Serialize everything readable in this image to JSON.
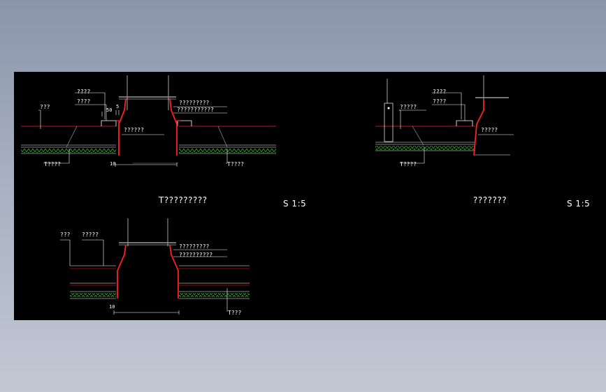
{
  "views": {
    "top_left": {
      "labels": {
        "a": "????",
        "b": "????",
        "c": "???",
        "d": "?????????",
        "e": "???????????",
        "f": "??????",
        "g": "T????",
        "h": "T????"
      },
      "dims": {
        "d50": "50",
        "d5": "5",
        "d10": "10"
      },
      "title": "T?????????",
      "scale": "S 1:5"
    },
    "top_right": {
      "labels": {
        "a": "????",
        "b": "????",
        "c": "?????",
        "f": "?????",
        "g": "T????"
      },
      "title": "???????",
      "scale": "S 1:5"
    },
    "bottom": {
      "labels": {
        "a": "???",
        "b": "?????",
        "d": "?????????",
        "e": "??????????",
        "h": "T???"
      },
      "dims": {
        "d10": "10"
      }
    }
  },
  "colors": {
    "canvas": "#000000",
    "steel": "#ff2020",
    "insulation": "#2aa52a",
    "lines": "#ffffff",
    "gray": "#9a9a9a"
  }
}
